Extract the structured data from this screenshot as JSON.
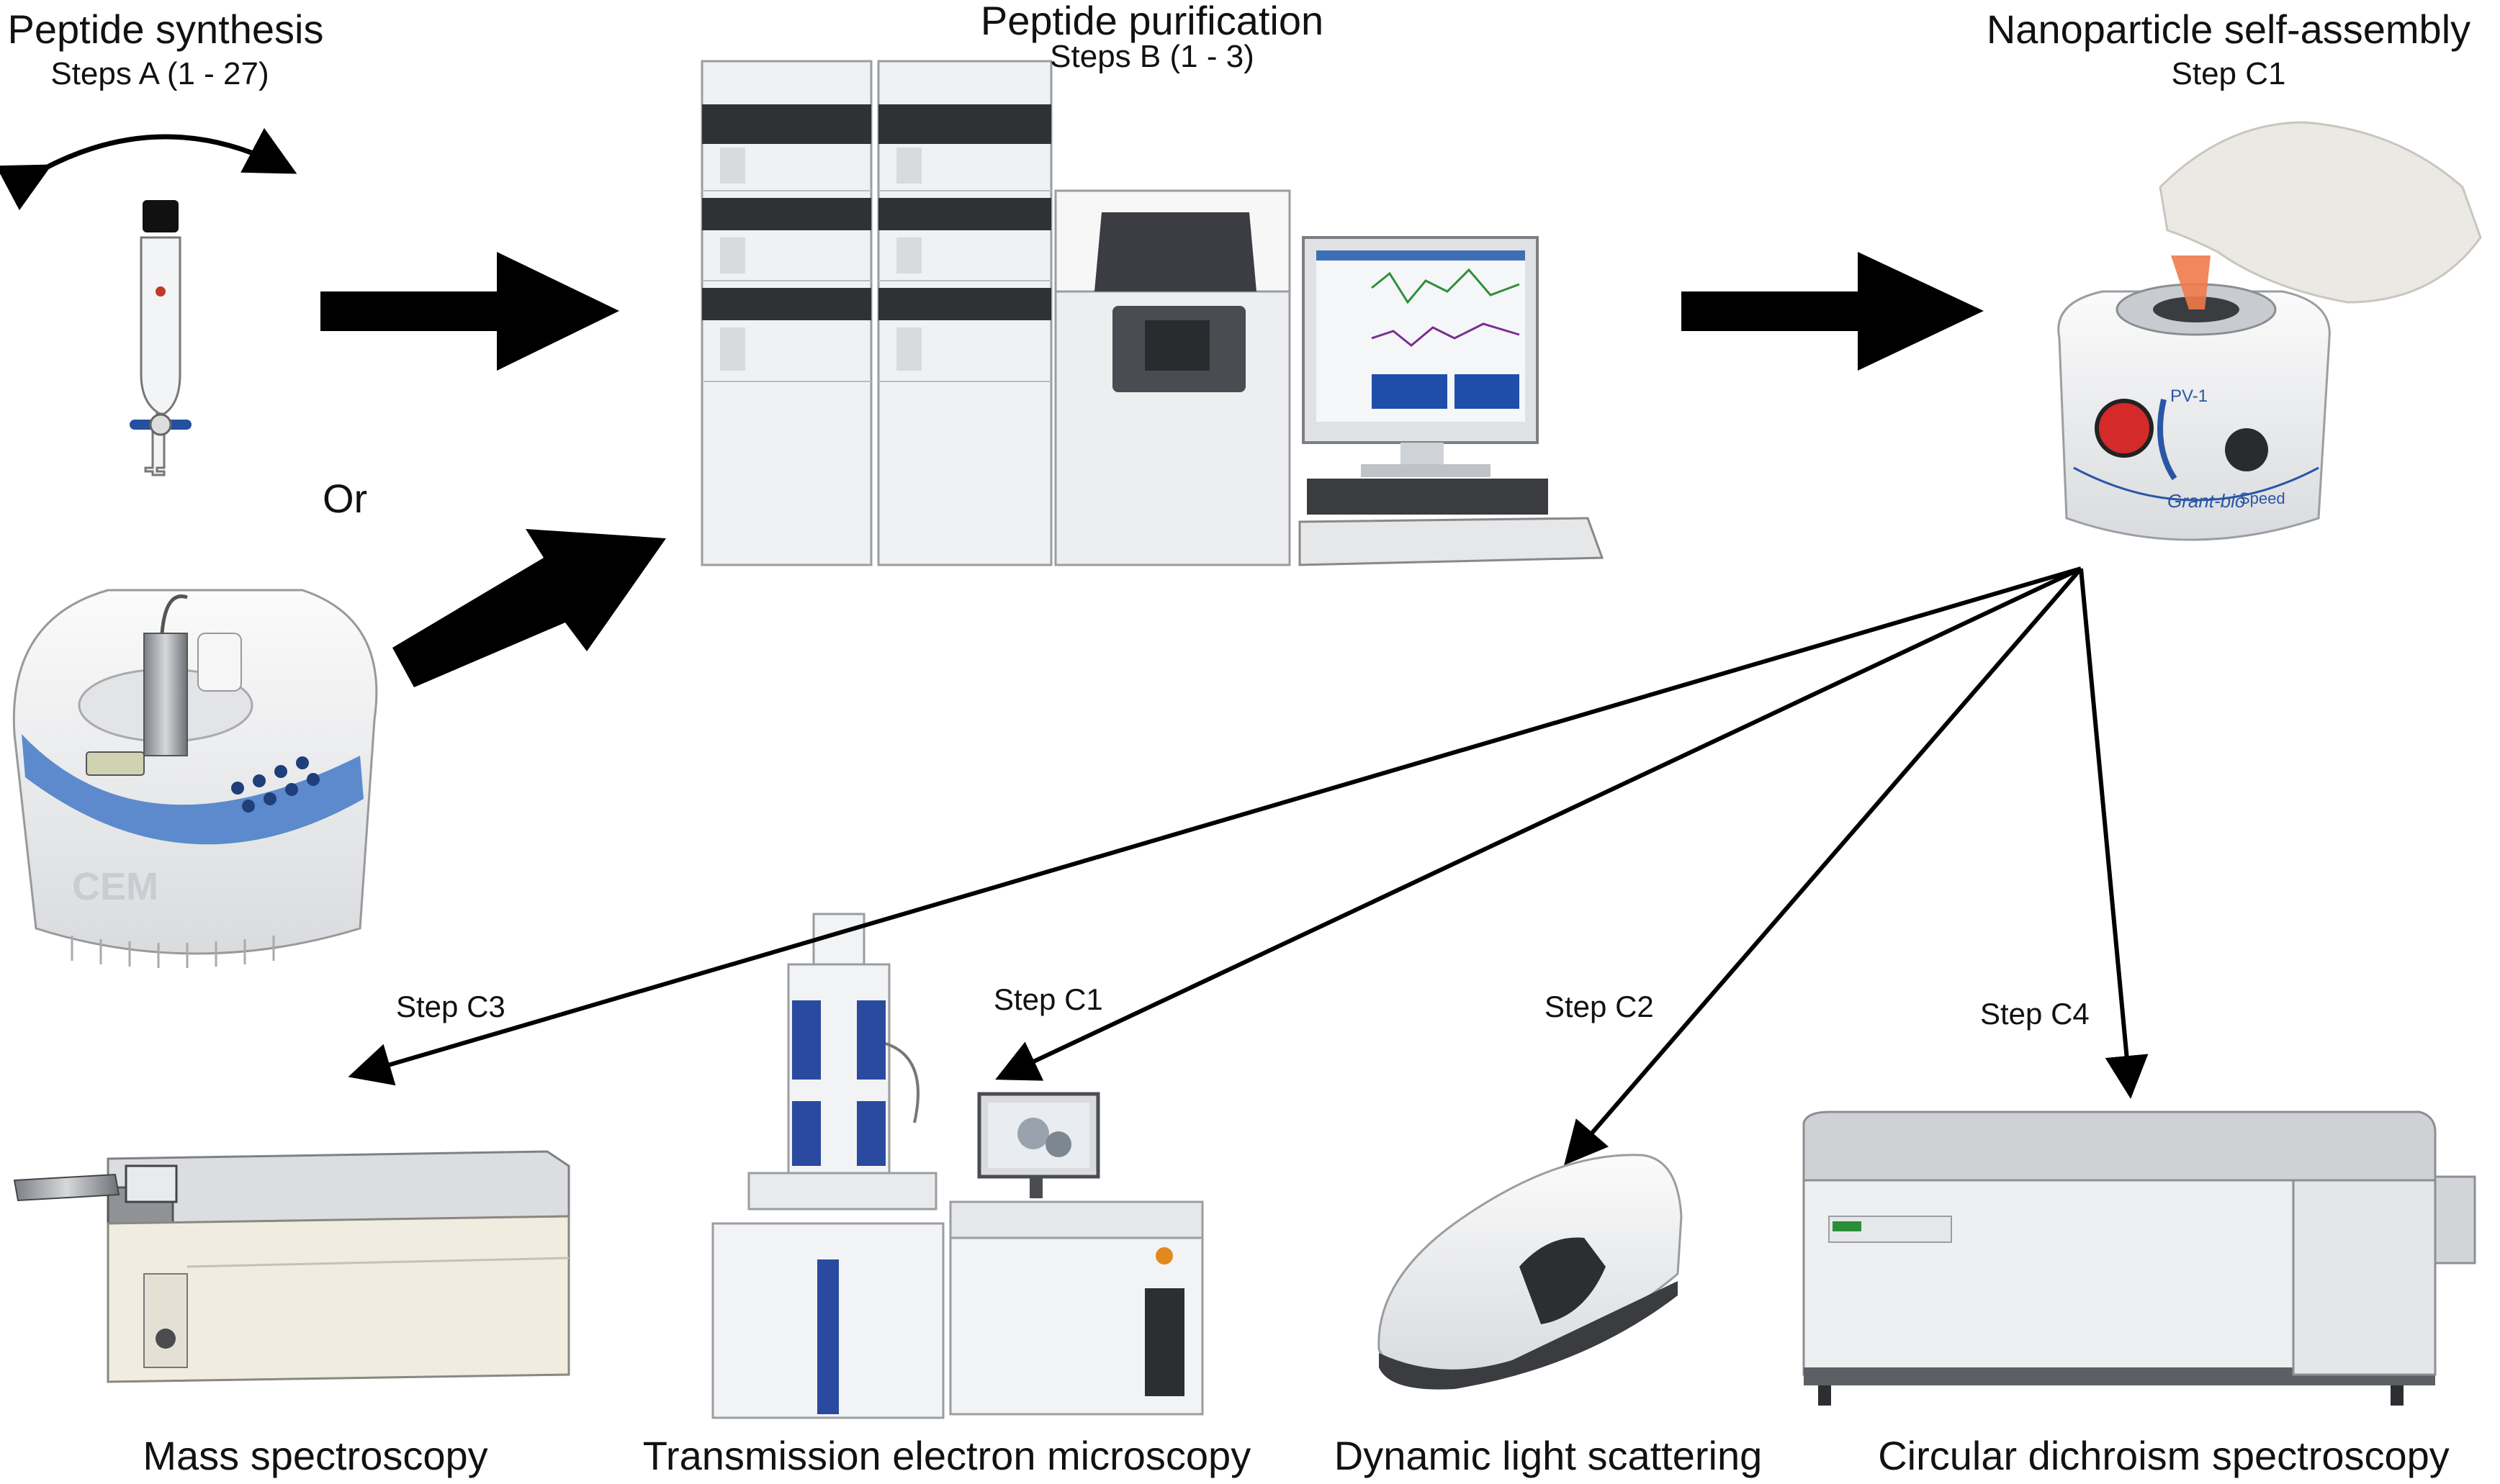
{
  "stages": {
    "synthesis": {
      "title": "Peptide synthesis",
      "steps": "Steps A (1 - 27)",
      "alt_label": "Or"
    },
    "purification": {
      "title": "Peptide purification",
      "steps": "Steps B (1 - 3)"
    },
    "assembly": {
      "title": "Nanoparticle self-assembly",
      "steps": "Step   C1"
    }
  },
  "characterization": [
    {
      "step": "Step   C3",
      "caption": "Mass spectroscopy"
    },
    {
      "step": "Step   C1",
      "caption": "Transmission electron microscopy"
    },
    {
      "step": "Step   C2",
      "caption": "Dynamic light scattering"
    },
    {
      "step": "Step   C4",
      "caption": "Circular dichroism spectroscopy"
    }
  ],
  "instrument_marks": {
    "microwave_synthesizer": "CEM",
    "vortex_model": "PV-1",
    "vortex_brand": "Grant-bio",
    "vortex_speed": "Speed"
  },
  "colors": {
    "arrow": "#000000",
    "instrument_body": "#e8e9ea",
    "instrument_dark": "#3a3c40",
    "accent_blue": "#2b56a6",
    "sample_orange": "#f07a4a"
  }
}
